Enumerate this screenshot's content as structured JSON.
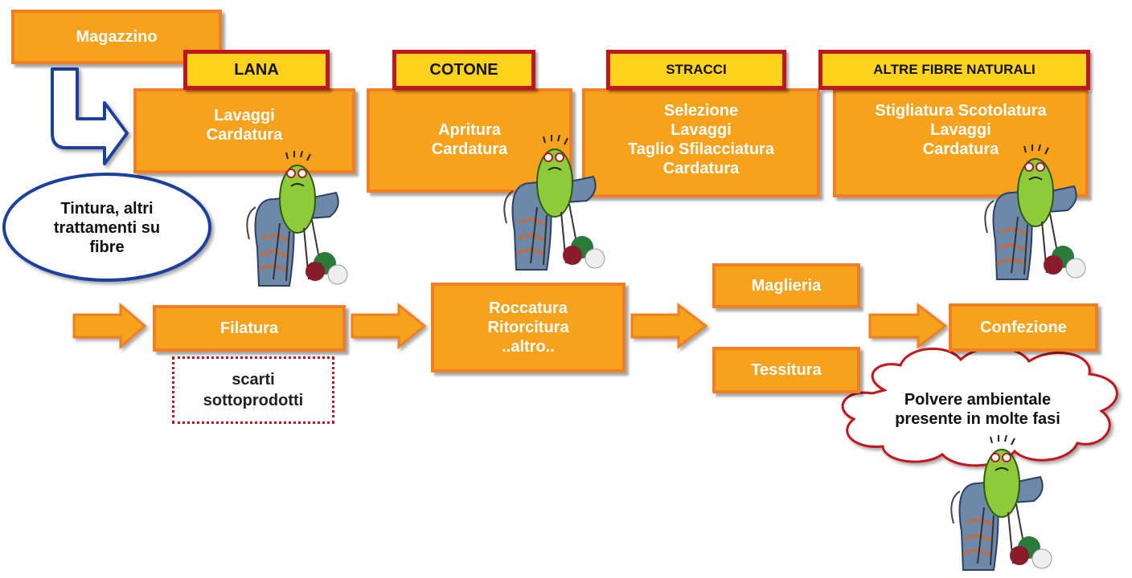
{
  "colors": {
    "box_fill": "#f6a21c",
    "box_border": "#ef7f22",
    "tag_fill": "#ffd21c",
    "tag_border": "#c0161f",
    "blue_outline": "#1f3f9f",
    "red_outline": "#c0161f"
  },
  "icons": {
    "mascot": "germ-mascot-icon",
    "arrow": "arrow-right-icon"
  },
  "warehouse": {
    "label": "Magazzino"
  },
  "fibers": [
    {
      "name": "LANA",
      "steps": [
        "Lavaggi",
        "Cardatura"
      ]
    },
    {
      "name": "COTONE",
      "steps": [
        "Apritura",
        "Cardatura"
      ]
    },
    {
      "name": "STRACCI",
      "steps": [
        "Selezione",
        "Lavaggi",
        "Taglio Sfilacciatura",
        "Cardatura"
      ]
    },
    {
      "name": "ALTRE FIBRE NATURALI",
      "steps": [
        "Stigliatura Scotolatura",
        "Lavaggi",
        "Cardatura"
      ]
    }
  ],
  "dyeing": {
    "lines": [
      "Tintura, altri",
      "trattamenti su",
      "fibre"
    ]
  },
  "process": {
    "filatura": "Filatura",
    "roccatura": [
      "Roccatura",
      "Ritorcitura",
      "..altro.."
    ],
    "maglieria": "Maglieria",
    "tessitura": "Tessitura",
    "confezione": "Confezione"
  },
  "waste": {
    "lines": [
      "scarti",
      "sottoprodotti"
    ]
  },
  "dust": {
    "lines": [
      "Polvere ambientale",
      "presente in molte fasi"
    ]
  }
}
